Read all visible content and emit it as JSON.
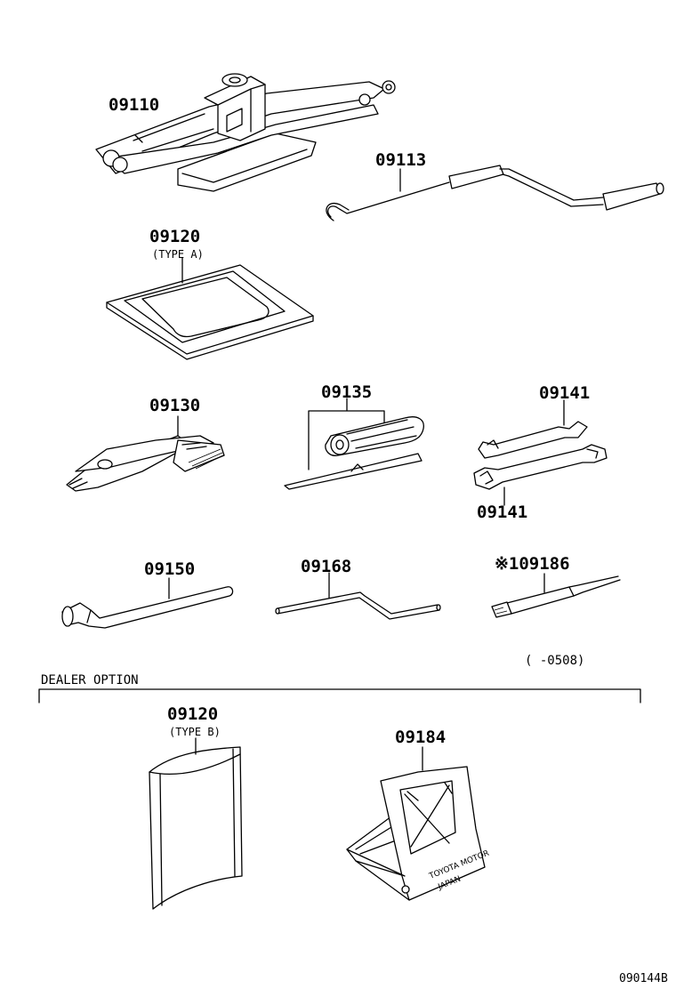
{
  "parts": {
    "p09110": "09110",
    "p09113": "09113",
    "p09120a": "09120",
    "p09120a_sub": "(TYPE A)",
    "p09130": "09130",
    "p09135": "09135",
    "p09141_top": "09141",
    "p09141_bottom": "09141",
    "p09150": "09150",
    "p09168": "09168",
    "p09186": "※109186",
    "p09186_range": "(     -0508)",
    "p09120b": "09120",
    "p09120b_sub": "(TYPE B)",
    "p09184": "09184"
  },
  "dealer_option": {
    "label": "DEALER OPTION"
  },
  "chock_stamp": {
    "line1": "TOYOTA MOTOR",
    "line2": "JAPAN"
  },
  "figure_code": "090144B"
}
